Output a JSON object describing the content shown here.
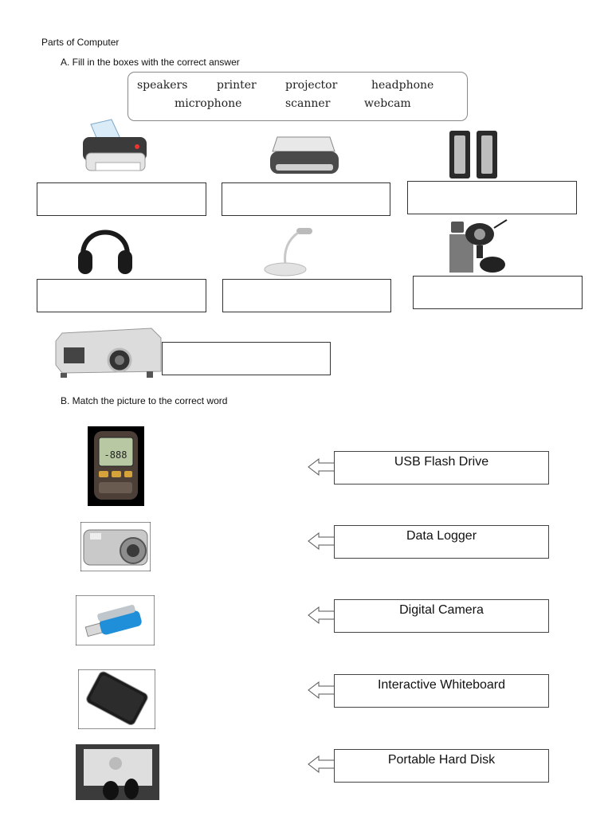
{
  "heading": "Parts of Computer",
  "section_a": {
    "title": "A.   Fill in the boxes with the correct answer",
    "word_bank": [
      "speakers",
      "printer",
      "projector",
      "headphone",
      "microphone",
      "scanner",
      "webcam"
    ],
    "items": [
      {
        "icon": "printer-icon",
        "answer": ""
      },
      {
        "icon": "scanner-icon",
        "answer": ""
      },
      {
        "icon": "speakers-icon",
        "answer": ""
      },
      {
        "icon": "headphone-icon",
        "answer": ""
      },
      {
        "icon": "microphone-icon",
        "answer": ""
      },
      {
        "icon": "webcam-icon",
        "answer": ""
      },
      {
        "icon": "projector-icon",
        "answer": ""
      }
    ]
  },
  "section_b": {
    "title": "B.   Match the picture to the correct word",
    "pictures": [
      "data-logger-photo",
      "digital-camera-photo",
      "usb-flash-drive-photo",
      "portable-hard-disk-photo",
      "interactive-whiteboard-photo"
    ],
    "labels": [
      "USB Flash Drive",
      "Data Logger",
      "Digital Camera",
      "Interactive Whiteboard",
      "Portable Hard Disk"
    ]
  }
}
